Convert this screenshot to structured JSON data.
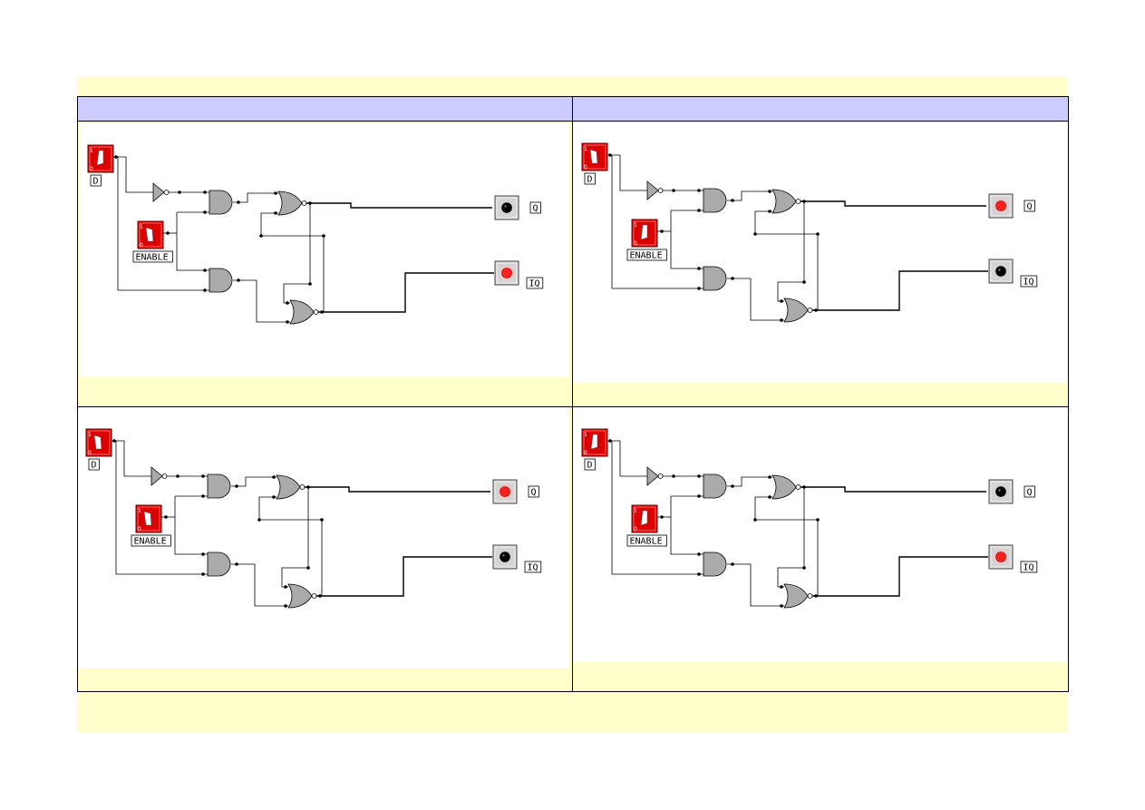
{
  "labels": {
    "d": "D",
    "enable": "ENABLE",
    "q": "Q",
    "iq": "IQ"
  },
  "colors": {
    "slide_bg": "#ffffcc",
    "header_bg": "#ccccff",
    "gate_fill": "#aaaaaa",
    "switch_red": "#dd0000",
    "led_on": "#ff2020",
    "led_off": "#000000"
  },
  "panels": [
    {
      "id": "top-left",
      "d_switch": "on",
      "enable_switch": "off",
      "q_led": "off",
      "iq_led": "on"
    },
    {
      "id": "top-right",
      "d_switch": "off",
      "enable_switch": "on",
      "q_led": "on",
      "iq_led": "off"
    },
    {
      "id": "bottom-left",
      "d_switch": "off",
      "enable_switch": "off",
      "q_led": "on",
      "iq_led": "off"
    },
    {
      "id": "bottom-right",
      "d_switch": "on",
      "enable_switch": "on",
      "q_led": "off",
      "iq_led": "on"
    }
  ]
}
